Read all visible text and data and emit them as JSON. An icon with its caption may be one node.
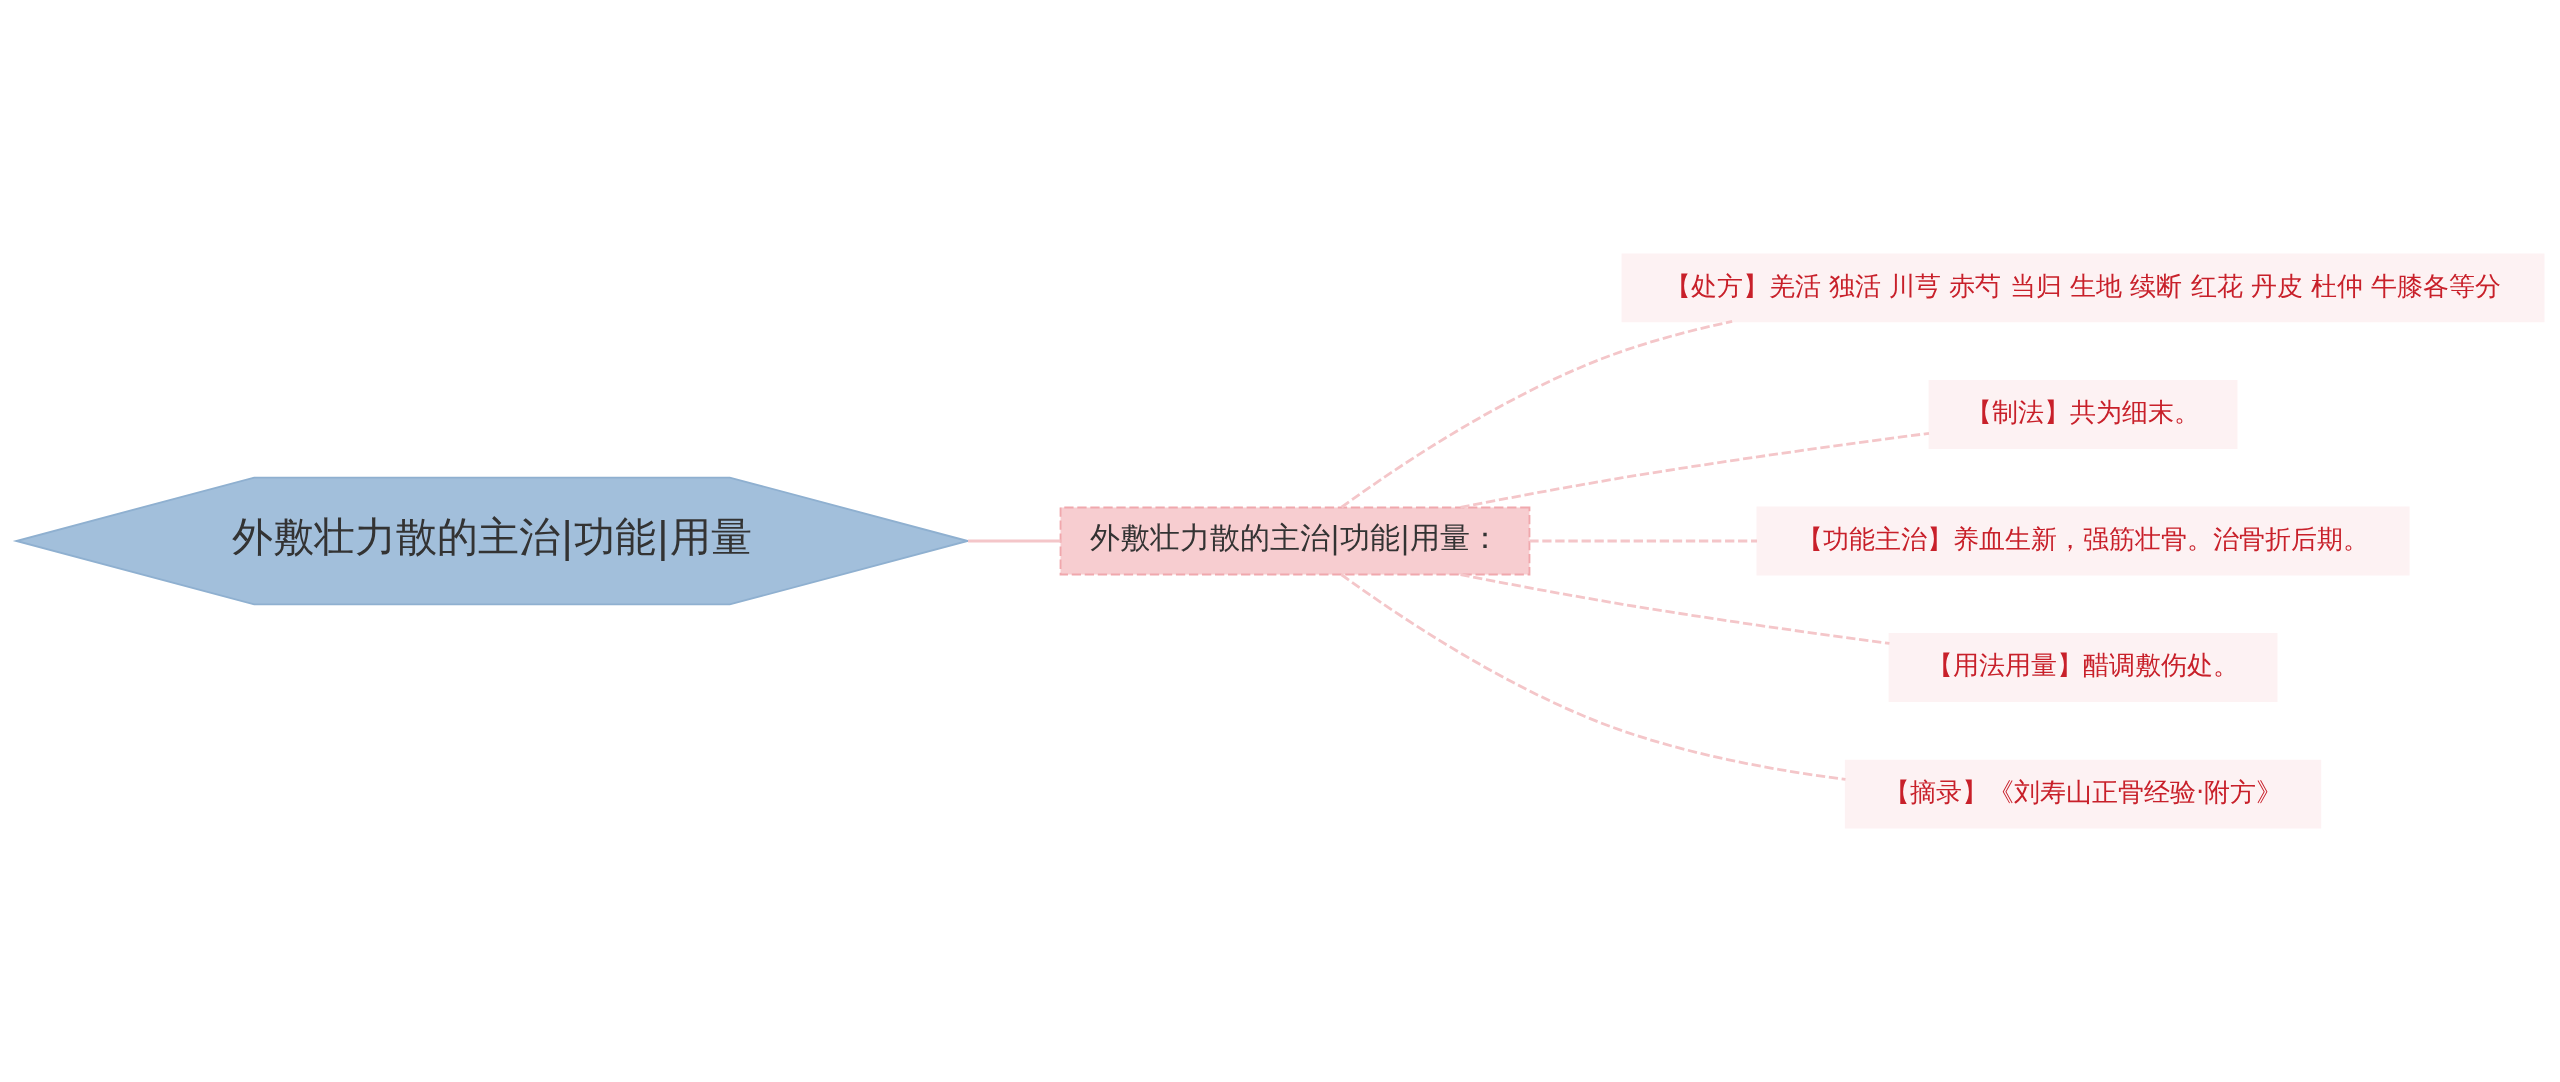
{
  "diagram": {
    "nodes": [
      {
        "text": [
          "外敷壮力散的主治|功能|用量"
        ]
      },
      {
        "text": [
          "外敷壮力散的主治|功能|用量："
        ]
      },
      {
        "text": [
          "【处方】羌活 独活 川芎 赤芍 当归 生地 续断 红花 丹皮 杜仲 牛膝各等分"
        ]
      },
      {
        "text": [
          "【制法】共为细末。"
        ]
      },
      {
        "text": [
          "【功能主治】养血生新，强筋壮骨。治骨折后期。"
        ]
      },
      {
        "text": [
          "【用法用量】醋调敷伤处。"
        ]
      },
      {
        "text": [
          "【摘录】《刘寿山正骨经验·附方》"
        ]
      }
    ],
    "edges": [
      {
        "from": 0,
        "to": 1,
        "arrow": "none"
      },
      {
        "from": 1,
        "to": 2,
        "arrow": "none",
        "style": "dashed"
      },
      {
        "from": 1,
        "to": 3,
        "arrow": "none",
        "style": "dashed"
      },
      {
        "from": 1,
        "to": 4,
        "arrow": "none",
        "style": "dashed"
      },
      {
        "from": 1,
        "to": 5,
        "arrow": "none",
        "style": "dashed"
      },
      {
        "from": 1,
        "to": 6,
        "arrow": "none",
        "style": "dashed"
      }
    ]
  }
}
